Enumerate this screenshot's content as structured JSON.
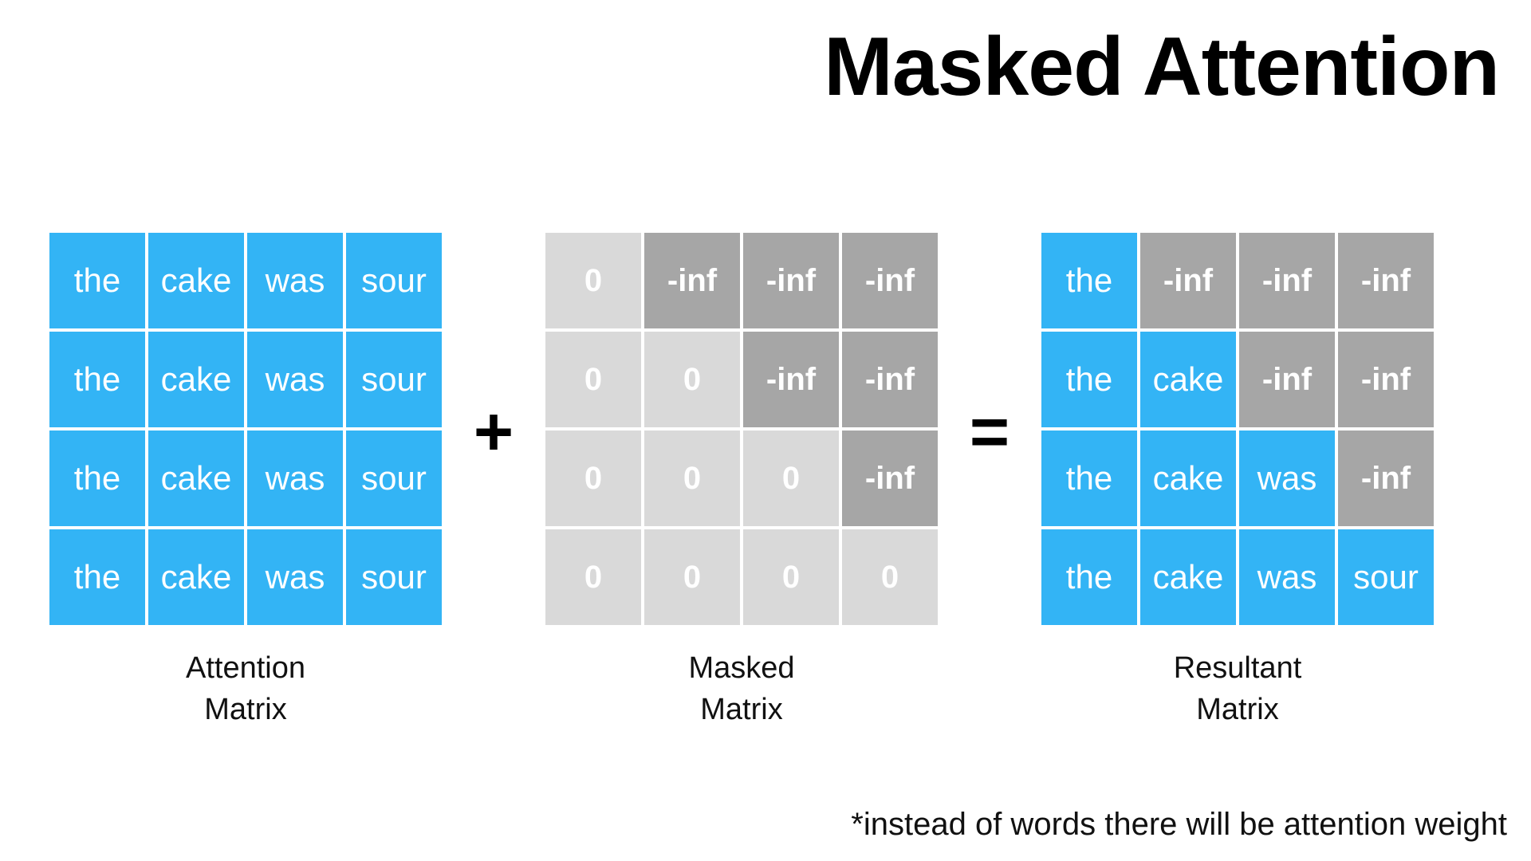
{
  "title": "Masked Attention",
  "footnote": "*instead of words there will be attention weight",
  "colors": {
    "accent_blue": "#33b4f5",
    "light_gray": "#d9d9d9",
    "dark_gray": "#a6a6a6",
    "text_white": "#ffffff",
    "text_black": "#000000",
    "background": "#ffffff"
  },
  "operators": {
    "plus": "+",
    "equals": "="
  },
  "matrices": [
    {
      "id": "attention-matrix",
      "caption_line1": "Attention",
      "caption_line2": "Matrix",
      "rows": [
        [
          {
            "text": "the",
            "kind": "word"
          },
          {
            "text": "cake",
            "kind": "word"
          },
          {
            "text": "was",
            "kind": "word"
          },
          {
            "text": "sour",
            "kind": "word"
          }
        ],
        [
          {
            "text": "the",
            "kind": "word"
          },
          {
            "text": "cake",
            "kind": "word"
          },
          {
            "text": "was",
            "kind": "word"
          },
          {
            "text": "sour",
            "kind": "word"
          }
        ],
        [
          {
            "text": "the",
            "kind": "word"
          },
          {
            "text": "cake",
            "kind": "word"
          },
          {
            "text": "was",
            "kind": "word"
          },
          {
            "text": "sour",
            "kind": "word"
          }
        ],
        [
          {
            "text": "the",
            "kind": "word"
          },
          {
            "text": "cake",
            "kind": "word"
          },
          {
            "text": "was",
            "kind": "word"
          },
          {
            "text": "sour",
            "kind": "word"
          }
        ]
      ]
    },
    {
      "id": "masked-matrix",
      "caption_line1": "Masked",
      "caption_line2": "Matrix",
      "rows": [
        [
          {
            "text": "0",
            "kind": "zero"
          },
          {
            "text": "-inf",
            "kind": "neginf"
          },
          {
            "text": "-inf",
            "kind": "neginf"
          },
          {
            "text": "-inf",
            "kind": "neginf"
          }
        ],
        [
          {
            "text": "0",
            "kind": "zero"
          },
          {
            "text": "0",
            "kind": "zero"
          },
          {
            "text": "-inf",
            "kind": "neginf"
          },
          {
            "text": "-inf",
            "kind": "neginf"
          }
        ],
        [
          {
            "text": "0",
            "kind": "zero"
          },
          {
            "text": "0",
            "kind": "zero"
          },
          {
            "text": "0",
            "kind": "zero"
          },
          {
            "text": "-inf",
            "kind": "neginf"
          }
        ],
        [
          {
            "text": "0",
            "kind": "zero"
          },
          {
            "text": "0",
            "kind": "zero"
          },
          {
            "text": "0",
            "kind": "zero"
          },
          {
            "text": "0",
            "kind": "zero"
          }
        ]
      ]
    },
    {
      "id": "resultant-matrix",
      "caption_line1": "Resultant",
      "caption_line2": "Matrix",
      "rows": [
        [
          {
            "text": "the",
            "kind": "word"
          },
          {
            "text": "-inf",
            "kind": "neginf"
          },
          {
            "text": "-inf",
            "kind": "neginf"
          },
          {
            "text": "-inf",
            "kind": "neginf"
          }
        ],
        [
          {
            "text": "the",
            "kind": "word"
          },
          {
            "text": "cake",
            "kind": "word"
          },
          {
            "text": "-inf",
            "kind": "neginf"
          },
          {
            "text": "-inf",
            "kind": "neginf"
          }
        ],
        [
          {
            "text": "the",
            "kind": "word"
          },
          {
            "text": "cake",
            "kind": "word"
          },
          {
            "text": "was",
            "kind": "word"
          },
          {
            "text": "-inf",
            "kind": "neginf"
          }
        ],
        [
          {
            "text": "the",
            "kind": "word"
          },
          {
            "text": "cake",
            "kind": "word"
          },
          {
            "text": "was",
            "kind": "word"
          },
          {
            "text": "sour",
            "kind": "word"
          }
        ]
      ]
    }
  ]
}
